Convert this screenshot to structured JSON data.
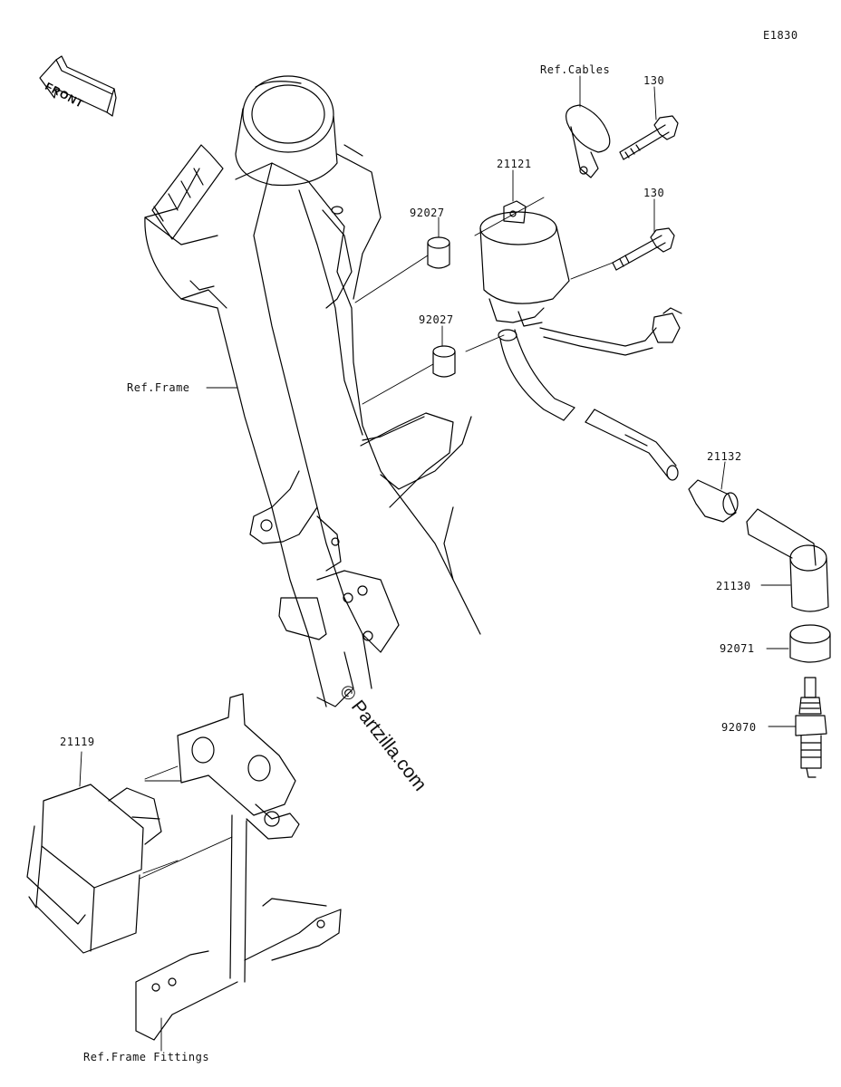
{
  "diagram": {
    "id_code": "E1830",
    "front_label": "FRONT",
    "watermark": "© Partzilla.com",
    "labels": {
      "ref_cables": "Ref.Cables",
      "bolt_upper": "130",
      "bolt_lower": "130",
      "coil": "21121",
      "collar_upper": "92027",
      "collar_lower": "92027",
      "ref_frame": "Ref.Frame",
      "cap_21132": "21132",
      "cap_21130": "21130",
      "seal_92071": "92071",
      "plug_92070": "92070",
      "cdi_21119": "21119",
      "ref_frame_fittings": "Ref.Frame Fittings"
    }
  }
}
